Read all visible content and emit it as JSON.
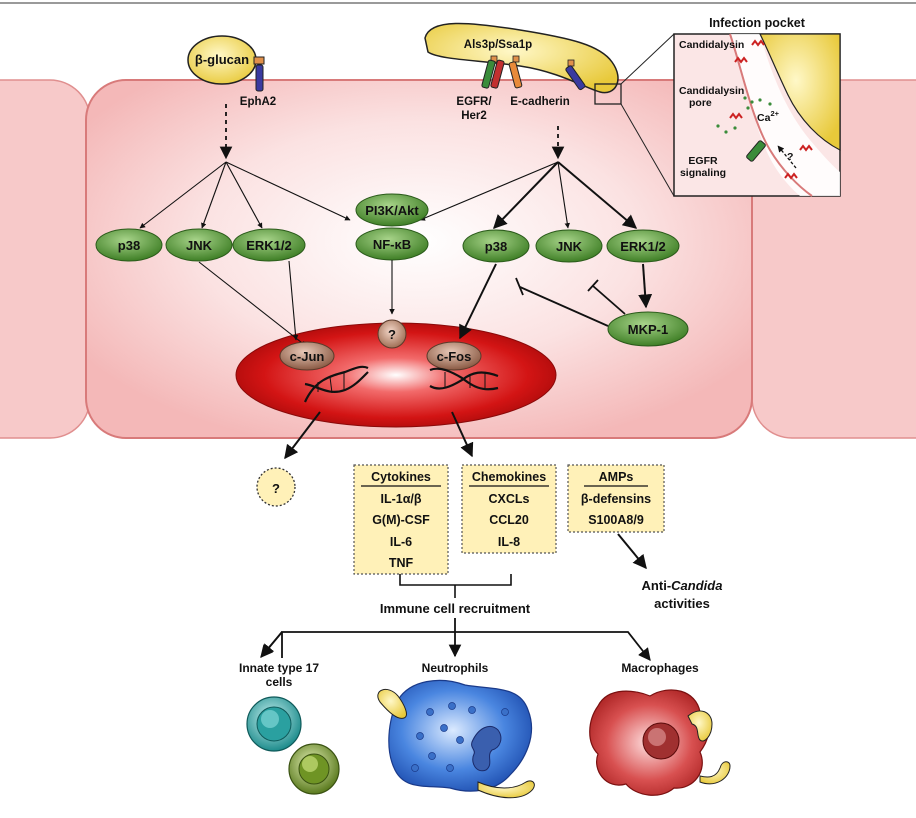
{
  "labels": {
    "beta_glucan": "β-glucan",
    "epha2": "EphA2",
    "als3p": "Als3p/Ssa1p",
    "egfr_her2": [
      "EGFR/",
      "Her2"
    ],
    "e_cadherin": "E-cadherin",
    "infection_pocket": "Infection pocket",
    "candidalysin": "Candidalysin",
    "candidalysin_pore": [
      "Candidalysin",
      "pore"
    ],
    "ca2": "Ca",
    "ca2_sup": "2+",
    "egfr_signaling": [
      "EGFR",
      "signaling"
    ],
    "pocket_question": "?",
    "immune_recruitment": "Immune cell recruitment",
    "anti_candida_prefix": "Anti-",
    "anti_candida_italic": "Candida",
    "anti_candida_line2": "activities"
  },
  "kinases": {
    "left_p38": "p38",
    "left_jnk": "JNK",
    "left_erk": "ERK1/2",
    "pi3k": "PI3K/Akt",
    "nfkb": "NF-κB",
    "right_p38": "p38",
    "right_jnk": "JNK",
    "right_erk": "ERK1/2",
    "mkp1": "MKP-1"
  },
  "nucleus": {
    "cjun": "c-Jun",
    "cfos": "c-Fos",
    "question": "?"
  },
  "outer_question": "?",
  "boxes": {
    "cytokines": {
      "title": "Cytokines",
      "items": [
        "IL-1α/β",
        "G(M)-CSF",
        "IL-6",
        "TNF"
      ]
    },
    "chemokines": {
      "title": "Chemokines",
      "items": [
        "CXCLs",
        "CCL20",
        "IL-8"
      ]
    },
    "amps": {
      "title": "AMPs",
      "items": [
        "β-defensins",
        "S100A8/9"
      ]
    }
  },
  "cells": {
    "innate": [
      "Innate type 17",
      "cells"
    ],
    "neutrophils": "Neutrophils",
    "macrophages": "Macrophages"
  },
  "colors": {
    "cell_fill": "#f7c5c5",
    "cell_stroke": "#d87a7a",
    "kinase_green": "#5a9a3a",
    "nucleus_red": "#d81e1e",
    "tf_brown": "#9a6a55",
    "box_fill": "#fff1b8",
    "hypha_yellow": "#f5dc5a"
  }
}
